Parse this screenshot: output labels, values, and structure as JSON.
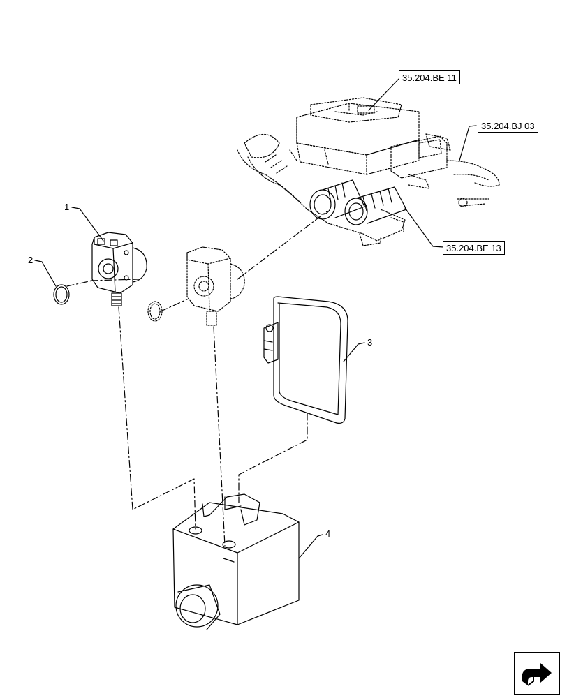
{
  "references": [
    {
      "id": "ref-be11",
      "text": "35.204.BE 11"
    },
    {
      "id": "ref-bj03",
      "text": "35.204.BJ 03"
    },
    {
      "id": "ref-be13",
      "text": "35.204.BE 13"
    }
  ],
  "callouts": [
    {
      "id": "1",
      "text": "1"
    },
    {
      "id": "2",
      "text": "2"
    },
    {
      "id": "3",
      "text": "3"
    },
    {
      "id": "4",
      "text": "4"
    }
  ],
  "icons": {
    "next_page": "next-page-arrow-icon"
  },
  "colors": {
    "line": "#000000",
    "background": "#ffffff"
  }
}
